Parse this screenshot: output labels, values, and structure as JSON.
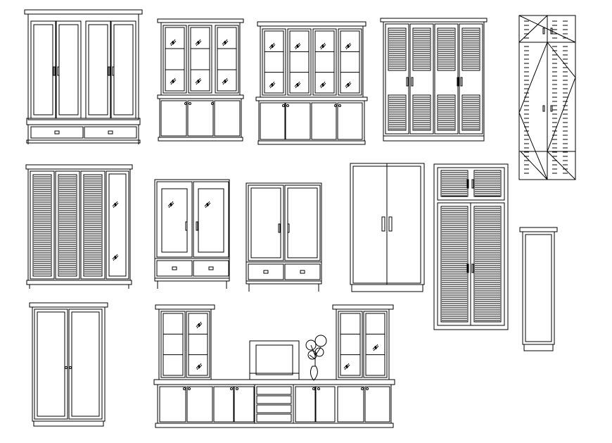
{
  "drawing": {
    "background": "#ffffff",
    "line_color": "#000000",
    "items": [
      {
        "type": "four-door-wardrobe-with-drawers"
      },
      {
        "type": "three-door-glass-display-cabinet"
      },
      {
        "type": "four-door-glass-display-cabinet"
      },
      {
        "type": "four-door-louvered-wardrobe"
      },
      {
        "type": "tall-narrow-patterned-cabinet"
      },
      {
        "type": "louvered-wardrobe-with-mirror-door"
      },
      {
        "type": "glass-door-wardrobe-with-drawers"
      },
      {
        "type": "two-door-wardrobe-with-drawers"
      },
      {
        "type": "plain-two-door-wardrobe"
      },
      {
        "type": "louvered-wardrobe-with-top-cabinet"
      },
      {
        "type": "single-door-narrow-cabinet"
      },
      {
        "type": "two-door-wardrobe"
      },
      {
        "type": "entertainment-wall-unit-with-vanity"
      }
    ]
  }
}
